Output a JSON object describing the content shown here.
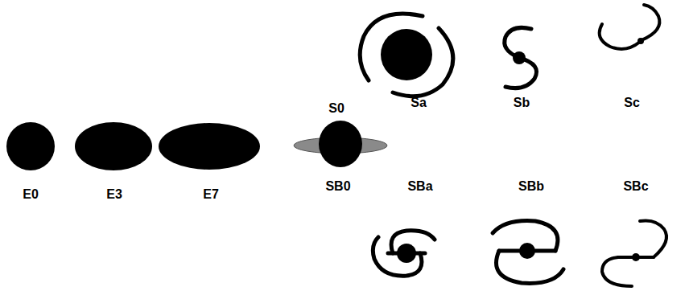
{
  "diagram": {
    "labels": [
      "S0",
      "Sa",
      "Sb",
      "Sc",
      "E0",
      "E3",
      "E7",
      "SB0",
      "SBa",
      "SBb",
      "SBc"
    ]
  }
}
